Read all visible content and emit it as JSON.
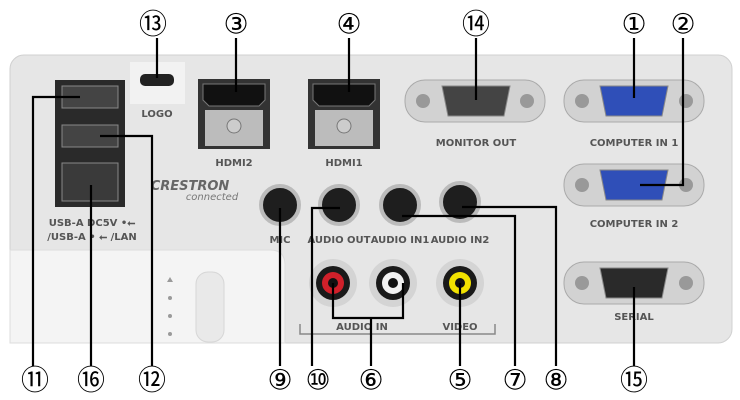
{
  "title": "",
  "panel_labels": {
    "logo": "LOGO",
    "hdmi2": "HDMI2",
    "hdmi1": "HDMI1",
    "monitor_out": "MONITOR OUT",
    "computer_in_1": "COMPUTER IN 1",
    "computer_in_2": "COMPUTER IN 2",
    "serial": "SERIAL",
    "mic": "MIC",
    "audio_out": "AUDIO OUT",
    "audio_in1": "AUDIO IN1",
    "audio_in2": "AUDIO IN2",
    "audio_in": "AUDIO IN",
    "video": "VIDEO",
    "usb_line1": "USB-A DC5V •⭠",
    "usb_line2": "/USB-A • ⭠ /LAN",
    "crestron_brand": "CRESTRON",
    "crestron_sub": "connected"
  },
  "callouts": {
    "c13": "⑬",
    "c3": "③",
    "c4": "④",
    "c14": "⑭",
    "c1": "①",
    "c2": "②",
    "c11": "⑪",
    "c16": "⑯",
    "c12": "⑫",
    "c9": "⑨",
    "c10": "⑩",
    "c6": "⑥",
    "c5": "⑤",
    "c7": "⑦",
    "c8": "⑧",
    "c15": "⑮"
  },
  "colors": {
    "panel": "#e6e6e6",
    "vga_in": "#2f4fb8",
    "rca_red": "#d0202a",
    "rca_white": "#f2f2f2",
    "rca_yellow": "#f2e200"
  }
}
